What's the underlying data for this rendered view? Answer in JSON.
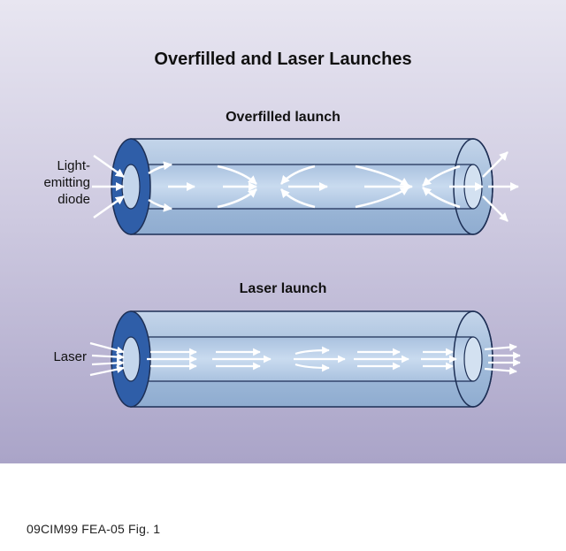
{
  "figure": {
    "title": "Overfilled and Laser Launches",
    "panels": [
      {
        "title": "Overfilled launch",
        "source_label_lines": [
          "Light-",
          "emitting",
          "diode"
        ]
      },
      {
        "title": "Laser launch",
        "source_label_lines": [
          "Laser"
        ]
      }
    ]
  },
  "caption": "09CIM99 FEA-05 Fig. 1",
  "colors": {
    "background_top": "#e8e6f1",
    "background_bottom": "#aaa4c8",
    "fiber_cladding": "#9fb9d8",
    "fiber_core": "#b6cde6",
    "fiber_end_face": "#2f5ea8",
    "light_rays": "#ffffff"
  }
}
